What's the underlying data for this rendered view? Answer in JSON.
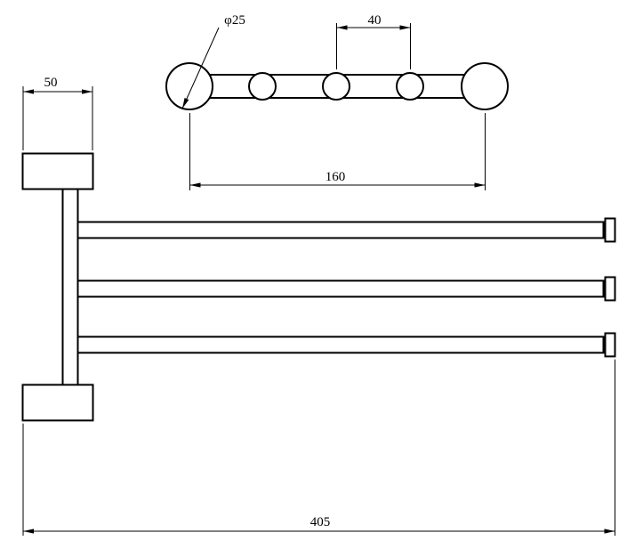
{
  "drawing": {
    "colors": {
      "background": "#ffffff",
      "line": "#000000"
    },
    "top_view": {
      "dim_hole_diameter": "φ25",
      "dim_hole_spacing": "40",
      "dim_plate_length": "160"
    },
    "front_view": {
      "dim_bracket_width": "50",
      "dim_overall_length": "405"
    }
  }
}
